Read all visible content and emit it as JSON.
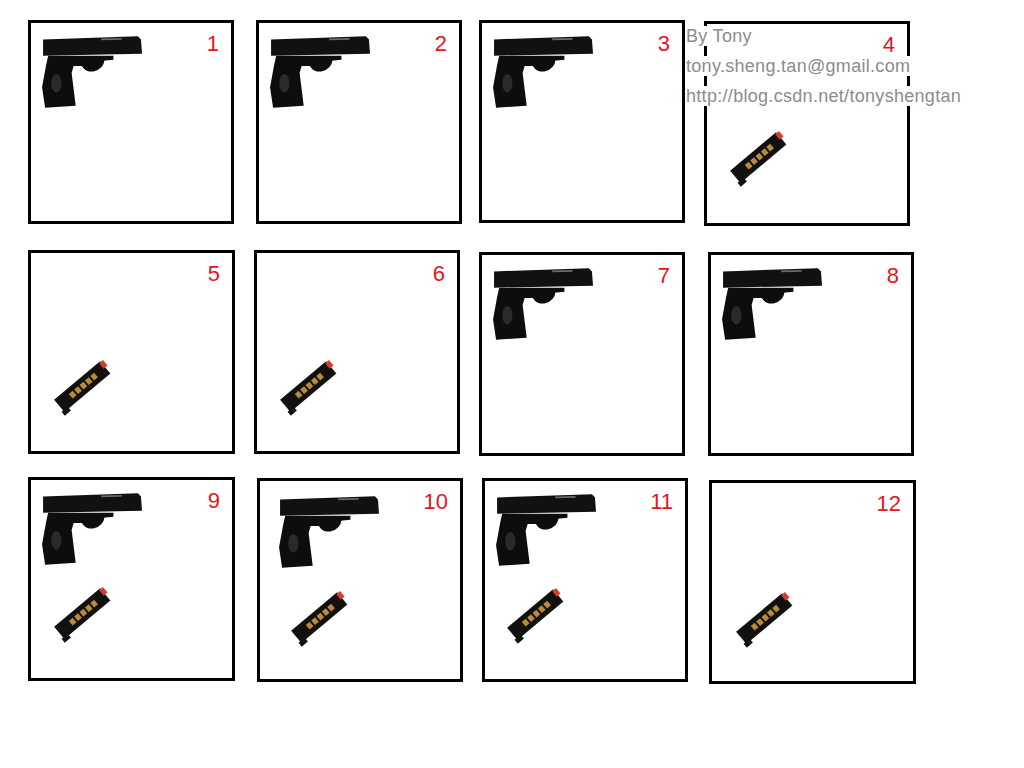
{
  "diagram": {
    "nodes": [
      {
        "text": [
          "1"
        ]
      },
      {
        "text": [
          "2"
        ]
      },
      {
        "text": [
          "3"
        ]
      },
      {
        "text": [
          "4"
        ]
      },
      {
        "text": [
          "5"
        ]
      },
      {
        "text": [
          "6"
        ]
      },
      {
        "text": [
          "7"
        ]
      },
      {
        "text": [
          "8"
        ]
      },
      {
        "text": [
          "9"
        ]
      },
      {
        "text": [
          "10"
        ]
      },
      {
        "text": [
          "11"
        ]
      },
      {
        "text": [
          "12"
        ]
      }
    ],
    "labels": [
      "By Tony",
      "tony.sheng.tan@gmail.com",
      "http://blog.csdn.net/tonyshengtan"
    ]
  }
}
